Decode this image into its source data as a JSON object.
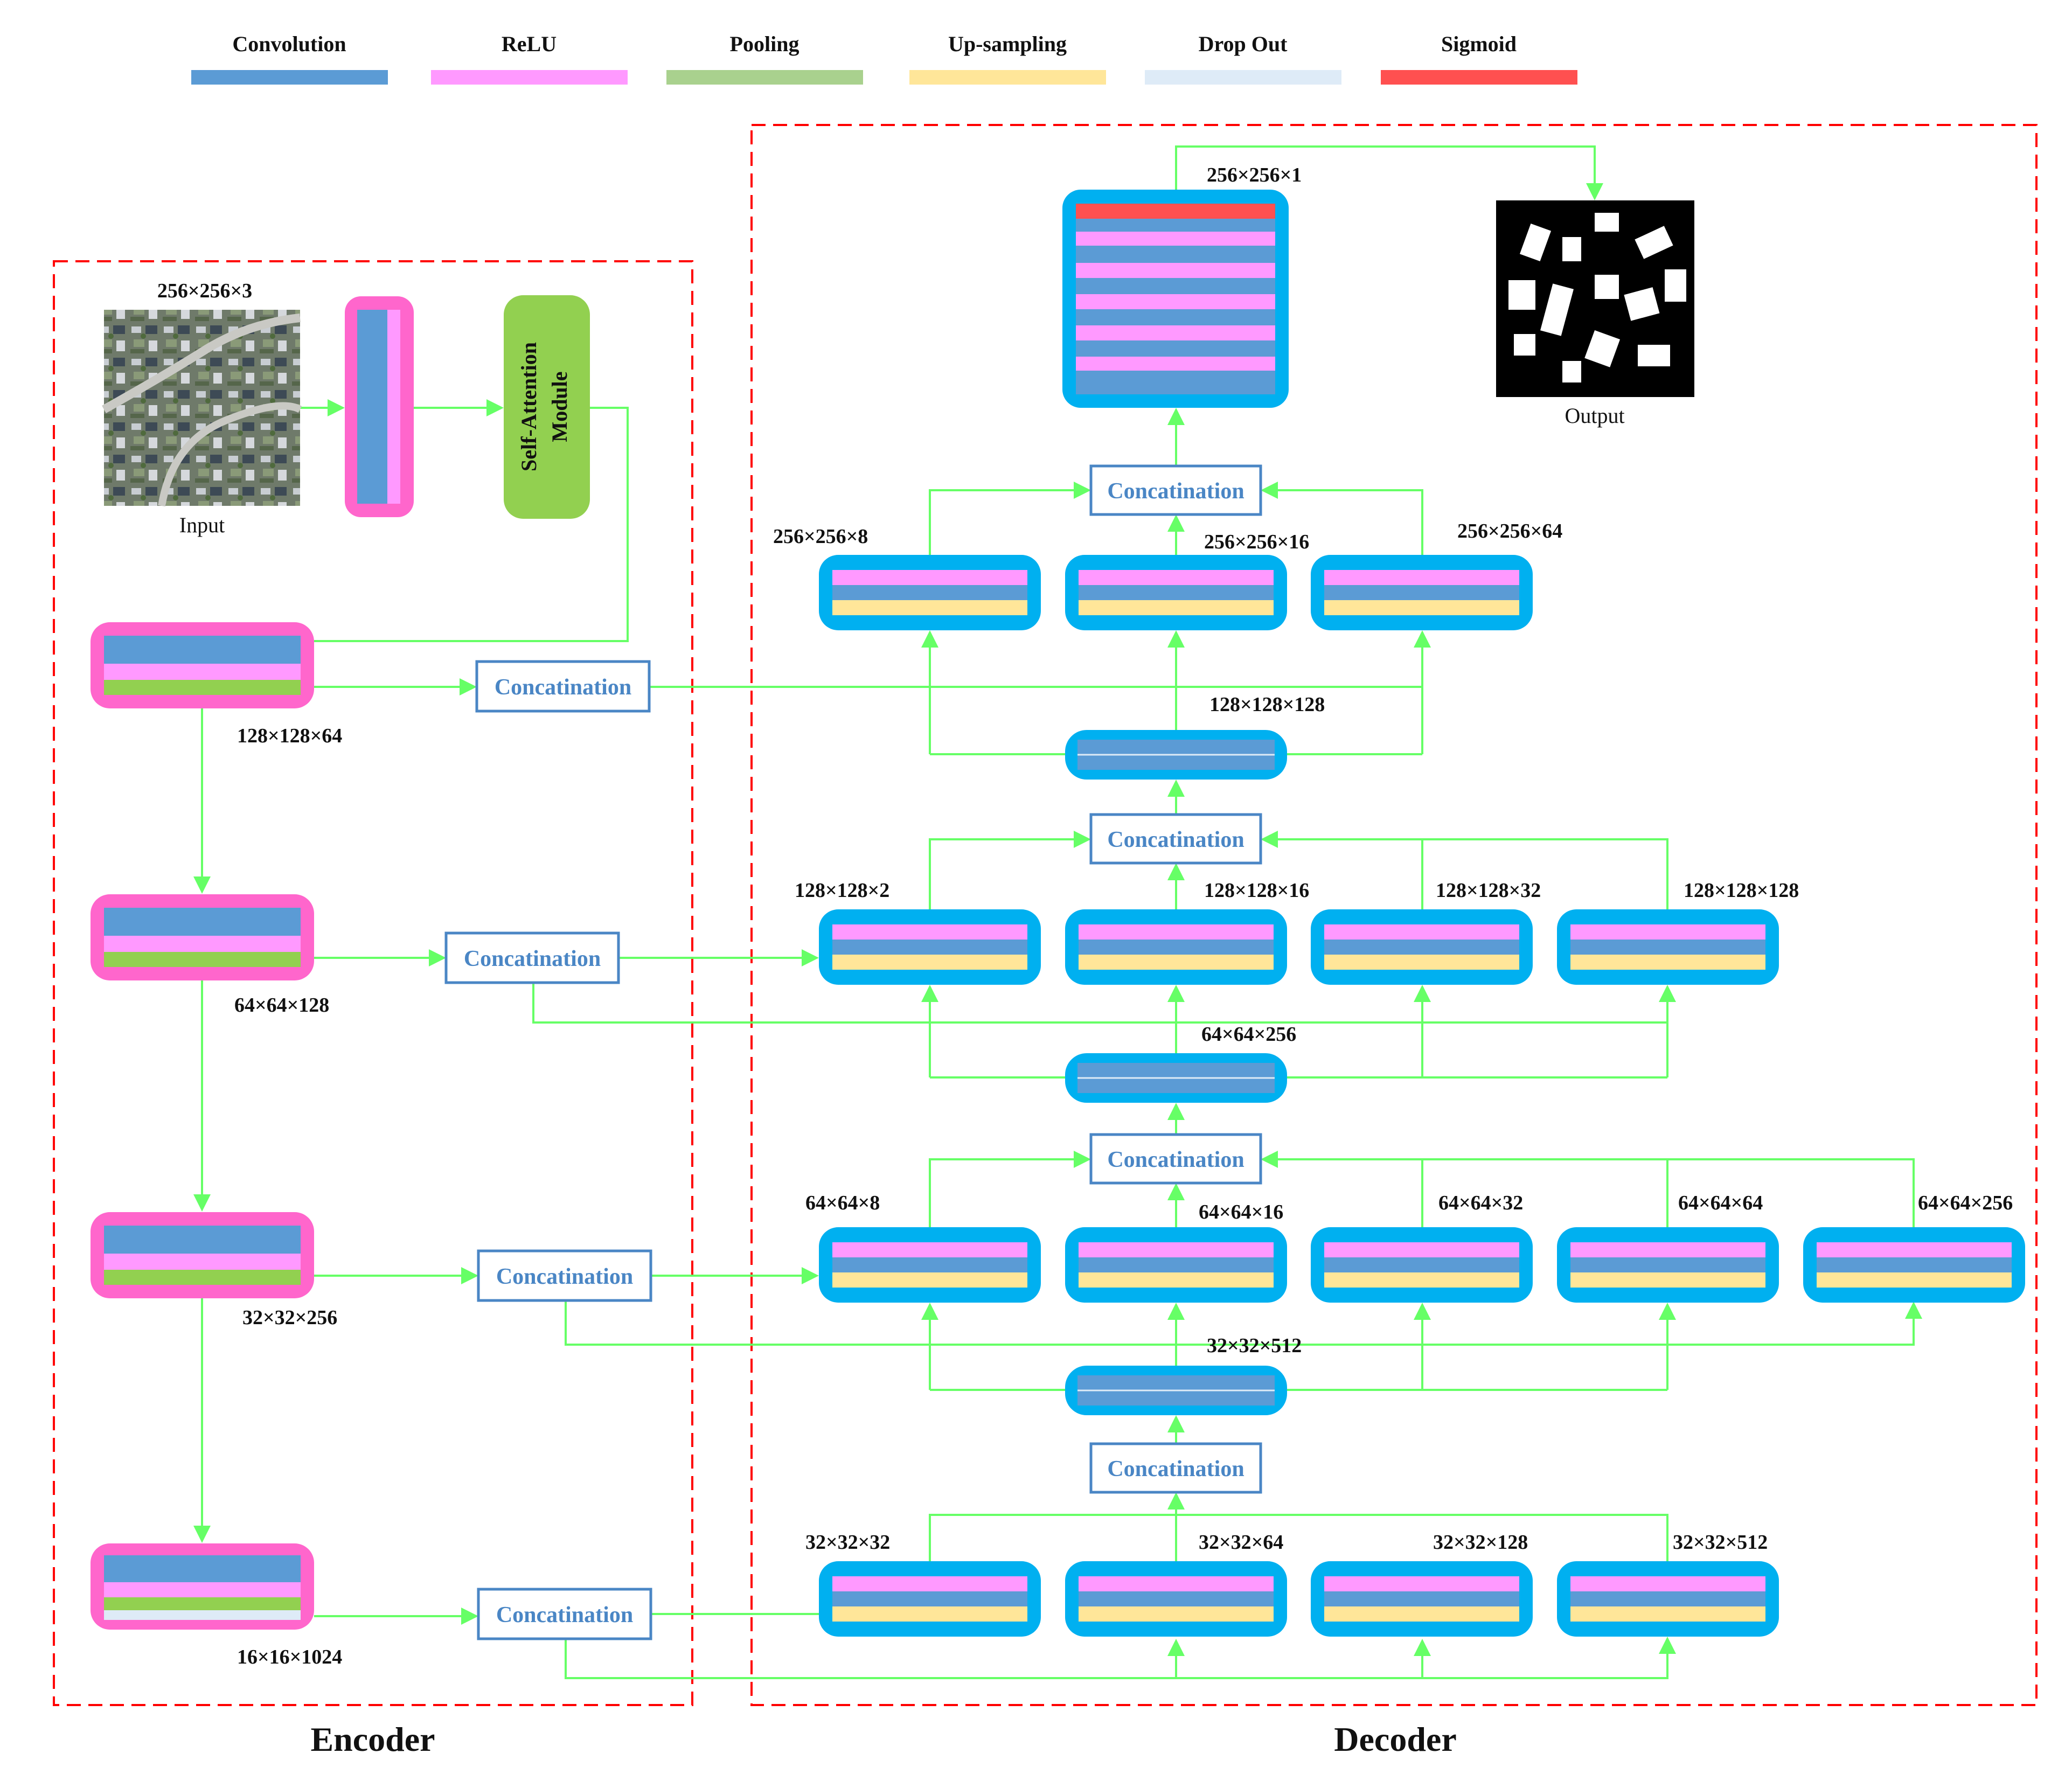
{
  "legend": [
    {
      "label": "Convolution",
      "color": "#5b9bd5"
    },
    {
      "label": "ReLU",
      "color": "#ff99ff"
    },
    {
      "label": "Pooling",
      "color": "#a9d18e"
    },
    {
      "label": "Up-sampling",
      "color": "#ffe699"
    },
    {
      "label": "Drop Out",
      "color": "#deebf7"
    },
    {
      "label": "Sigmoid",
      "color": "#ff5050"
    }
  ],
  "colors": {
    "encoder_block_border": "#ff66cc",
    "decoder_block_border": "#00b0f0",
    "arrow": "#66ff66",
    "dashed_frame": "#ff0000",
    "self_attention_fill": "#92d050",
    "pooling_bar": "#92d050",
    "concat_border": "#4a86c5"
  },
  "sections": {
    "encoder": "Encoder",
    "decoder": "Decoder"
  },
  "input": {
    "label": "Input",
    "dims": "256×256×3"
  },
  "self_attention": {
    "line1": "Self-Attention",
    "line2": "Module"
  },
  "output": {
    "label": "Output",
    "dims": "256×256×1"
  },
  "concat_label": "Concatination",
  "encoder_dims": [
    "128×128×64",
    "64×64×128",
    "32×32×256",
    "16×16×1024"
  ],
  "decoder_dims": {
    "row1": [
      "256×256×8",
      "256×256×16",
      "256×256×64"
    ],
    "row1_center": "128×128×128",
    "row2": [
      "128×128×2",
      "128×128×16",
      "128×128×32",
      "128×128×128"
    ],
    "row2_center": "64×64×256",
    "row3": [
      "64×64×8",
      "64×64×16",
      "64×64×32",
      "64×64×64",
      "64×64×256"
    ],
    "row3_center": "32×32×512",
    "row4": [
      "32×32×32",
      "32×32×64",
      "32×32×128",
      "32×32×512"
    ]
  }
}
